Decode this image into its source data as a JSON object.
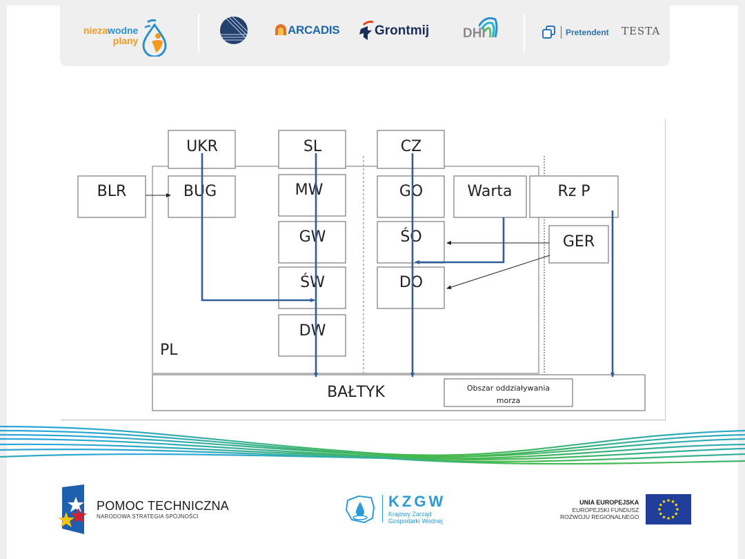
{
  "header": {
    "logos": [
      {
        "name": "niezawodne-plany",
        "line1_a": "nieza",
        "line1_b": "wodne",
        "line2": "plany"
      },
      {
        "name": "imgw",
        "text": ""
      },
      {
        "name": "arcadis",
        "text": "ARCADIS"
      },
      {
        "name": "grontmij",
        "text": "Grontmij"
      },
      {
        "name": "dhi",
        "text": "DHI"
      },
      {
        "name": "pretendent",
        "text": "Pretendent"
      },
      {
        "name": "testa",
        "text": "TESTA"
      }
    ]
  },
  "diagram": {
    "boxes": {
      "ukr": "UKR",
      "sl": "SL",
      "cz": "CZ",
      "blr": "BLR",
      "bug": "BUG",
      "mw": "MW",
      "go": "GO",
      "warta": "Warta",
      "rzp": "Rz P",
      "gw": "GW",
      "so": "ŚO",
      "ger": "GER",
      "sw": "ŚW",
      "do": "DO",
      "dw": "DW"
    },
    "pl_label": "PL",
    "baltic_label": "BAŁTYK",
    "sea_area_line1": "Obszar oddziaływania",
    "sea_area_line2": "morza",
    "colors": {
      "flow": "#2f5e98",
      "border": "#7a7a7a",
      "arrow": "#222222"
    }
  },
  "footer": {
    "pomoc_title": "POMOC TECHNICZNA",
    "pomoc_sub": "NARODOWA STRATEGIA SPÓJNOŚCI",
    "kzgw_title": "KZGW",
    "kzgw_sub1": "Krajowy Zarząd",
    "kzgw_sub2": "Gospodarki Wodnej",
    "eu_title": "UNIA EUROPEJSKA",
    "eu_sub1": "EUROPEJSKI FUNDUSZ",
    "eu_sub2": "ROZWOJU REGIONALNEGO"
  }
}
